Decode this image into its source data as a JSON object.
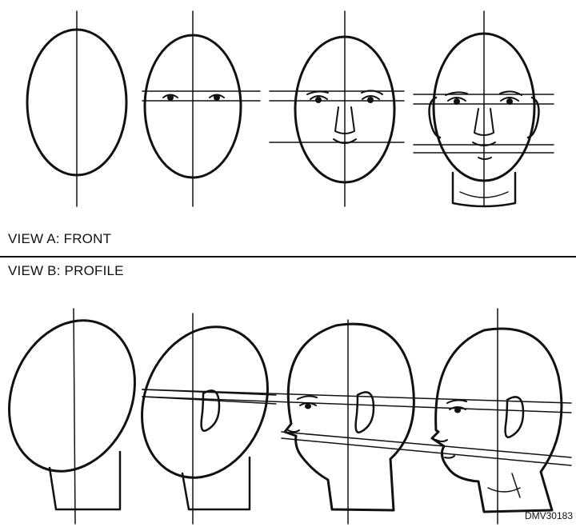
{
  "view_a_label": "VIEW A: FRONT",
  "view_b_label": "VIEW B: PROFILE",
  "figure_id": "DMV30183",
  "colors": {
    "ink": "#111111",
    "background": "#ffffff"
  },
  "front_view_steps": [
    "head-outline",
    "eye-line",
    "nose-and-mouth-lines",
    "ears-and-neck"
  ],
  "profile_view_steps": [
    "head-outline",
    "ear-placement",
    "eyes-nose-mouth",
    "detailed-features"
  ]
}
